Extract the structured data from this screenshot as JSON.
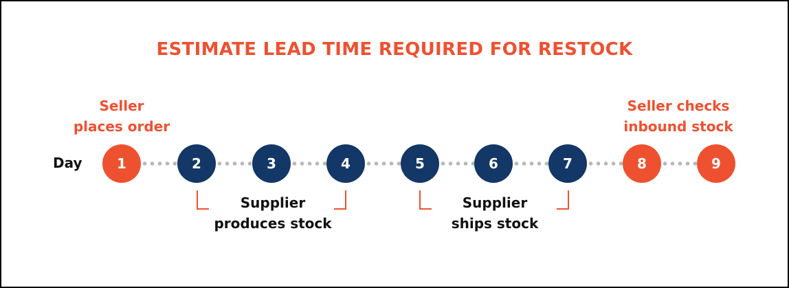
{
  "title": "ESTIMATE LEAD TIME REQUIRED FOR RESTOCK",
  "axis_label": "Day",
  "days": [
    {
      "n": "1",
      "color": "#ee5130"
    },
    {
      "n": "2",
      "color": "#133766"
    },
    {
      "n": "3",
      "color": "#133766"
    },
    {
      "n": "4",
      "color": "#133766"
    },
    {
      "n": "5",
      "color": "#133766"
    },
    {
      "n": "6",
      "color": "#133766"
    },
    {
      "n": "7",
      "color": "#133766"
    },
    {
      "n": "8",
      "color": "#ee5130"
    },
    {
      "n": "9",
      "color": "#ee5130"
    }
  ],
  "labels": {
    "seller_order": [
      "Seller",
      "places order"
    ],
    "seller_checks": [
      "Seller checks",
      "inbound stock"
    ],
    "supplier_produces": [
      "Supplier",
      "produces stock"
    ],
    "supplier_ships": [
      "Supplier",
      "ships stock"
    ]
  },
  "colors": {
    "accent": "#ee5130",
    "navy": "#133766",
    "connector": "#b8b8b8"
  }
}
